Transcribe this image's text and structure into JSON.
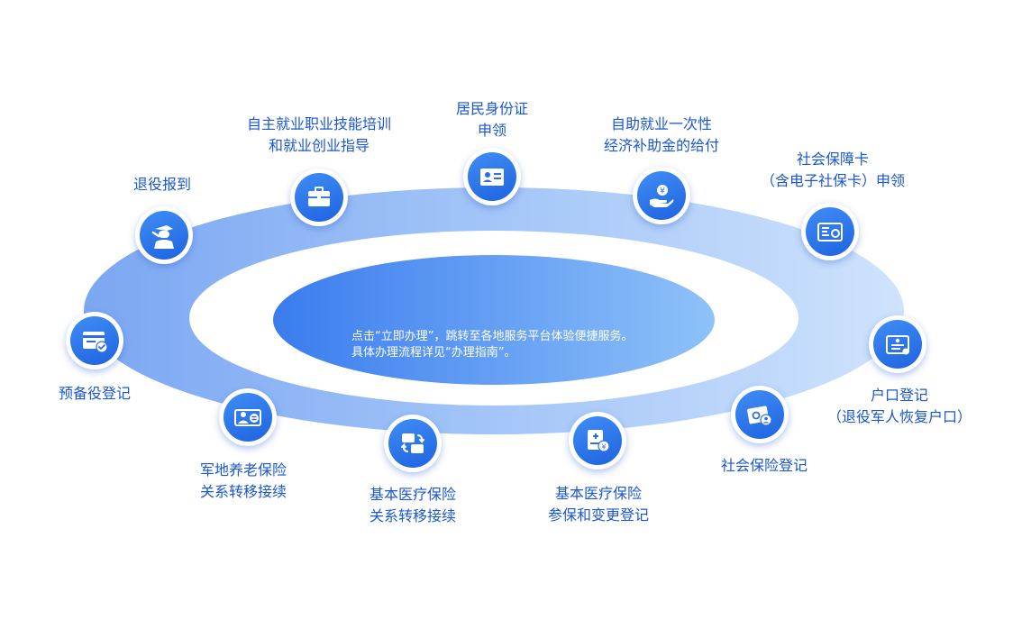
{
  "center": {
    "line1": "点击“立即办理”，跳转至各地服务平台体验便捷服务。",
    "line2": "具体办理流程详见“办理指南”。"
  },
  "services": [
    {
      "id": "retire",
      "line1": "退役报到",
      "line2": "",
      "icon": "soldier-salute-icon"
    },
    {
      "id": "training",
      "line1": "自主就业职业技能培训",
      "line2": "和就业创业指导",
      "icon": "briefcase-icon"
    },
    {
      "id": "idcard",
      "line1": "居民身份证",
      "line2": "申领",
      "icon": "id-card-icon"
    },
    {
      "id": "subsidy",
      "line1": "自助就业一次性",
      "line2": "经济补助金的给付",
      "icon": "hand-coin-icon"
    },
    {
      "id": "sscard",
      "line1": "社会保障卡",
      "line2": "（含电子社保卡）申领",
      "icon": "social-security-card-icon"
    },
    {
      "id": "hukou",
      "line1": "户口登记",
      "line2": "（退役军人恢复户口）",
      "icon": "certificate-icon"
    },
    {
      "id": "ssreg",
      "line1": "社会保险登记",
      "line2": "",
      "icon": "insurance-card-user-icon"
    },
    {
      "id": "medreg",
      "line1": "基本医疗保险",
      "line2": "参保和变更登记",
      "icon": "medical-bill-icon"
    },
    {
      "id": "medtransfer",
      "line1": "基本医疗保险",
      "line2": "关系转移接续",
      "icon": "transfer-arrows-icon"
    },
    {
      "id": "pension",
      "line1": "军地养老保险",
      "line2": "关系转移接续",
      "icon": "pension-transfer-icon"
    },
    {
      "id": "reserve",
      "line1": "预备役登记",
      "line2": "",
      "icon": "register-check-icon"
    }
  ],
  "colors": {
    "ring_left": "#7aa8f2",
    "ring_right": "#c5dcfb",
    "center_left": "#3d7fee",
    "center_right": "#8ec0f9",
    "label": "#1a56d6",
    "icon": "#2a6fe6"
  }
}
